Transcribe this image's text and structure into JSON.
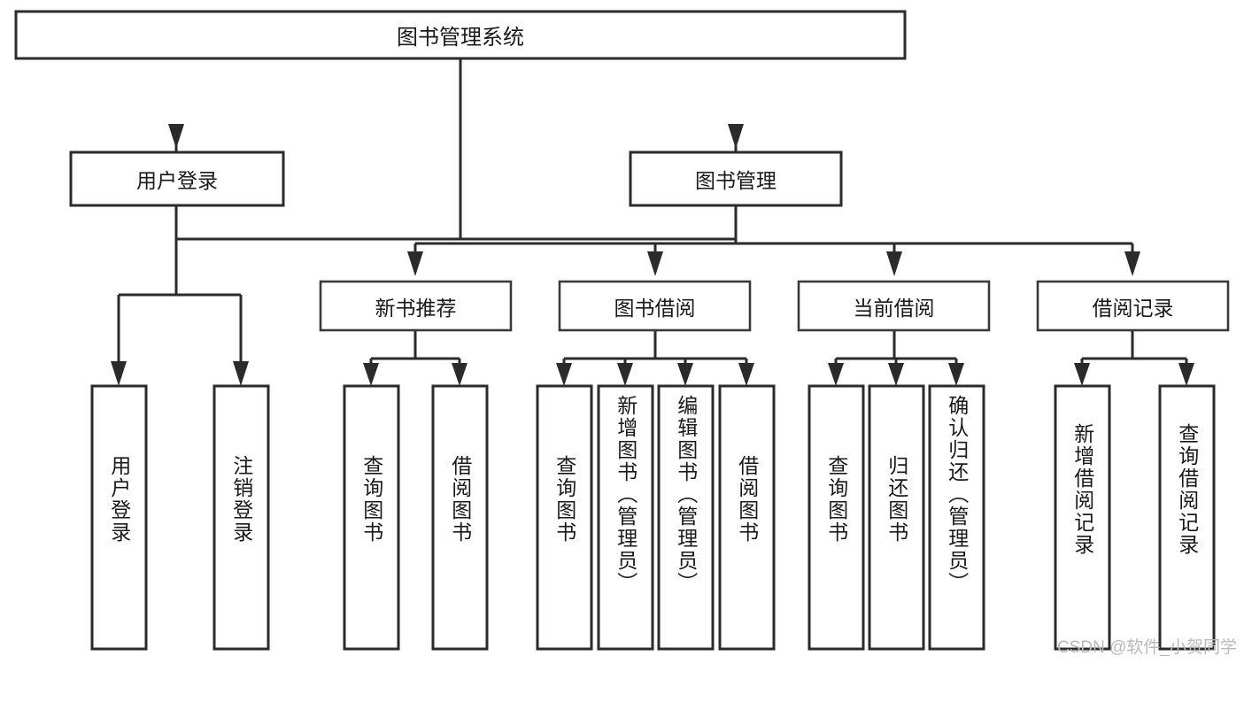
{
  "diagram": {
    "type": "hierarchy-tree",
    "title": "图书管理系统",
    "watermark": "CSDN @软件_小贺同学",
    "colors": {
      "background": "#ffffff",
      "stroke": "#2b2b2b",
      "text": "#1a1a1a",
      "watermark": "#b9b9b9"
    },
    "levels": [
      {
        "level": 1,
        "nodes": [
          {
            "id": "root",
            "label": "图书管理系统",
            "orientation": "horizontal"
          }
        ]
      },
      {
        "level": 2,
        "nodes": [
          {
            "id": "user-login",
            "label": "用户登录",
            "orientation": "horizontal",
            "parent": "root"
          },
          {
            "id": "book-manage",
            "label": "图书管理",
            "orientation": "horizontal",
            "parent": "root"
          }
        ]
      },
      {
        "level": 3,
        "nodes": [
          {
            "id": "new-book-rec",
            "label": "新书推荐",
            "orientation": "horizontal",
            "parent": "book-manage"
          },
          {
            "id": "book-borrow",
            "label": "图书借阅",
            "orientation": "horizontal",
            "parent": "book-manage"
          },
          {
            "id": "current-borrow",
            "label": "当前借阅",
            "orientation": "horizontal",
            "parent": "book-manage"
          },
          {
            "id": "borrow-record",
            "label": "借阅记录",
            "orientation": "horizontal",
            "parent": "book-manage"
          }
        ]
      },
      {
        "level": 4,
        "nodes": [
          {
            "id": "leaf-1",
            "label": "用户登录",
            "orientation": "vertical",
            "parent": "user-login"
          },
          {
            "id": "leaf-2",
            "label": "注销登录",
            "orientation": "vertical",
            "parent": "user-login"
          },
          {
            "id": "leaf-3",
            "label": "查询图书",
            "orientation": "vertical",
            "parent": "new-book-rec"
          },
          {
            "id": "leaf-4",
            "label": "借阅图书",
            "orientation": "vertical",
            "parent": "new-book-rec"
          },
          {
            "id": "leaf-5",
            "label": "查询图书",
            "orientation": "vertical",
            "parent": "book-borrow"
          },
          {
            "id": "leaf-6",
            "label": "新增图书（管理员）",
            "orientation": "vertical",
            "parent": "book-borrow"
          },
          {
            "id": "leaf-7",
            "label": "编辑图书（管理员）",
            "orientation": "vertical",
            "parent": "book-borrow"
          },
          {
            "id": "leaf-8",
            "label": "借阅图书",
            "orientation": "vertical",
            "parent": "book-borrow"
          },
          {
            "id": "leaf-9",
            "label": "查询图书",
            "orientation": "vertical",
            "parent": "current-borrow"
          },
          {
            "id": "leaf-10",
            "label": "归还图书",
            "orientation": "vertical",
            "parent": "current-borrow"
          },
          {
            "id": "leaf-11",
            "label": "确认归还（管理员）",
            "orientation": "vertical",
            "parent": "current-borrow"
          },
          {
            "id": "leaf-12",
            "label": "新增借阅记录",
            "orientation": "vertical",
            "parent": "borrow-record"
          },
          {
            "id": "leaf-13",
            "label": "查询借阅记录",
            "orientation": "vertical",
            "parent": "borrow-record"
          }
        ]
      }
    ]
  }
}
